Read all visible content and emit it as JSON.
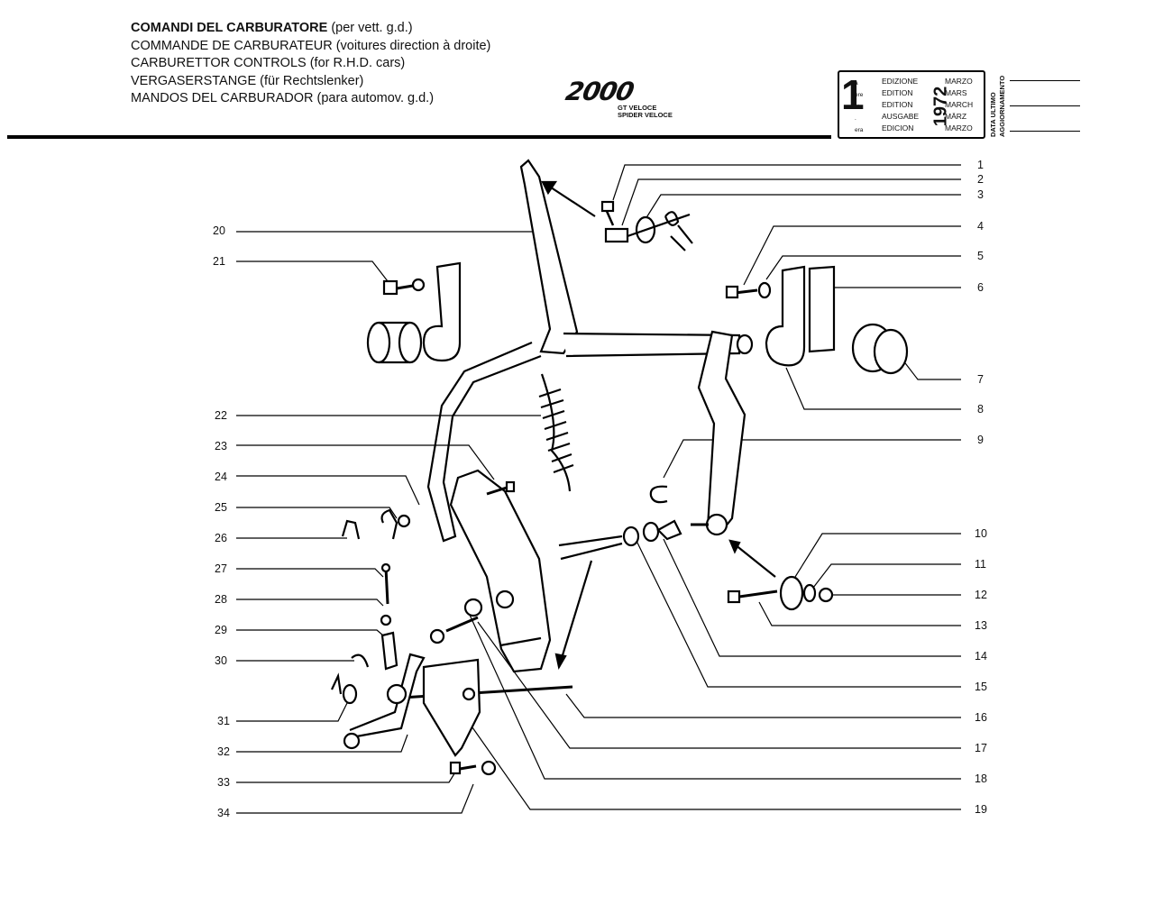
{
  "header": {
    "titles": [
      {
        "main": "COMANDI DEL CARBURATORE",
        "sub": " (per vett. g.d.)"
      },
      {
        "main": "COMMANDE DE CARBURATEUR",
        "sub": " (voitures direction à droite)"
      },
      {
        "main": "CARBURETTOR CONTROLS",
        "sub": " (for R.H.D. cars)"
      },
      {
        "main": "VERGASERSTANGE",
        "sub": " (für Rechtslenker)"
      },
      {
        "main": "MANDOS DEL CARBURADOR",
        "sub": " (para automov. g.d.)"
      }
    ],
    "model_logo": "2000",
    "model_variants": [
      "GT VELOCE",
      "SPIDER VELOCE"
    ]
  },
  "edition": {
    "number": "1",
    "suffixes": [
      "a",
      "ere",
      "st",
      ".",
      "era"
    ],
    "labels": [
      "EDIZIONE",
      "EDITION",
      "EDITION",
      "AUSGABE",
      "EDICION"
    ],
    "year": "1972",
    "months": [
      "MARZO",
      "MARS",
      "MARCH",
      "MÄRZ",
      "MARZO"
    ]
  },
  "update": {
    "line1": "DATA ULTIMO",
    "line2": "AGGIORNAMENTO"
  },
  "callouts": {
    "left": [
      "20",
      "21",
      "22",
      "23",
      "24",
      "25",
      "26",
      "27",
      "28",
      "29",
      "30",
      "31",
      "32",
      "33",
      "34"
    ],
    "right": [
      "1",
      "2",
      "3",
      "4",
      "5",
      "6",
      "7",
      "8",
      "9",
      "10",
      "11",
      "12",
      "13",
      "14",
      "15",
      "16",
      "17",
      "18",
      "19"
    ]
  }
}
